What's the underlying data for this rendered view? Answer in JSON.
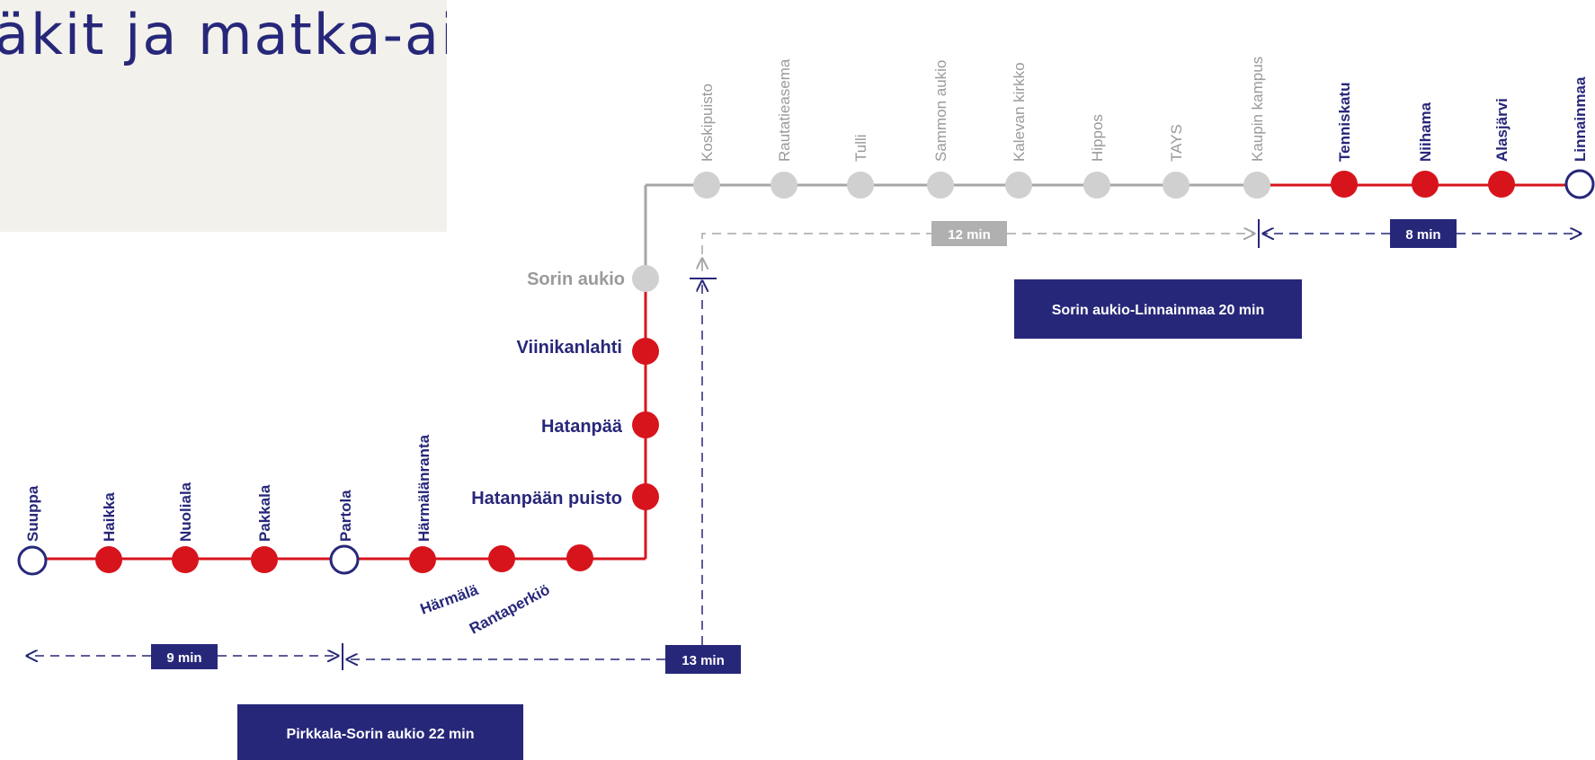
{
  "slide": {
    "title": "äkit ja matka-aika"
  },
  "colors": {
    "red": "#d7141c",
    "gray": "#d0d0d0",
    "line_gray": "#a6a6a6",
    "navy": "#27277a",
    "text_gray": "#9a9a9a"
  },
  "lines": {
    "bottom": {
      "stops": [
        {
          "name": "Suuppa",
          "type": "terminal"
        },
        {
          "name": "Haikka",
          "type": "red"
        },
        {
          "name": "Nuoliala",
          "type": "red"
        },
        {
          "name": "Pakkala",
          "type": "red"
        },
        {
          "name": "Partola",
          "type": "terminal"
        },
        {
          "name": "Härmälänranta",
          "type": "red"
        },
        {
          "name": "Härmälä",
          "type": "red"
        },
        {
          "name": "Rantaperkiö",
          "type": "red"
        }
      ]
    },
    "vertical": {
      "stops": [
        {
          "name": "Hatanpään puisto",
          "type": "red"
        },
        {
          "name": "Hatanpää",
          "type": "red"
        },
        {
          "name": "Viinikanlahti",
          "type": "red"
        },
        {
          "name": "Sorin aukio",
          "type": "gray"
        }
      ]
    },
    "top": {
      "stops": [
        {
          "name": "Koskipuisto",
          "type": "gray"
        },
        {
          "name": "Rautatieasema",
          "type": "gray"
        },
        {
          "name": "Tulli",
          "type": "gray"
        },
        {
          "name": "Sammon aukio",
          "type": "gray"
        },
        {
          "name": "Kalevan kirkko",
          "type": "gray"
        },
        {
          "name": "Hippos",
          "type": "gray"
        },
        {
          "name": "TAYS",
          "type": "gray"
        },
        {
          "name": "Kaupin kampus",
          "type": "gray"
        },
        {
          "name": "Tenniskatu",
          "type": "red"
        },
        {
          "name": "Niihama",
          "type": "red"
        },
        {
          "name": "Alasjärvi",
          "type": "red"
        },
        {
          "name": "Linnainmaa",
          "type": "terminal"
        }
      ]
    }
  },
  "times": {
    "seg_9": "9 min",
    "seg_13": "13 min",
    "seg_12": "12 min",
    "seg_8": "8 min"
  },
  "summaries": {
    "south": "Pirkkala-Sorin aukio 22 min",
    "north": "Sorin aukio-Linnainmaa 20 min"
  }
}
